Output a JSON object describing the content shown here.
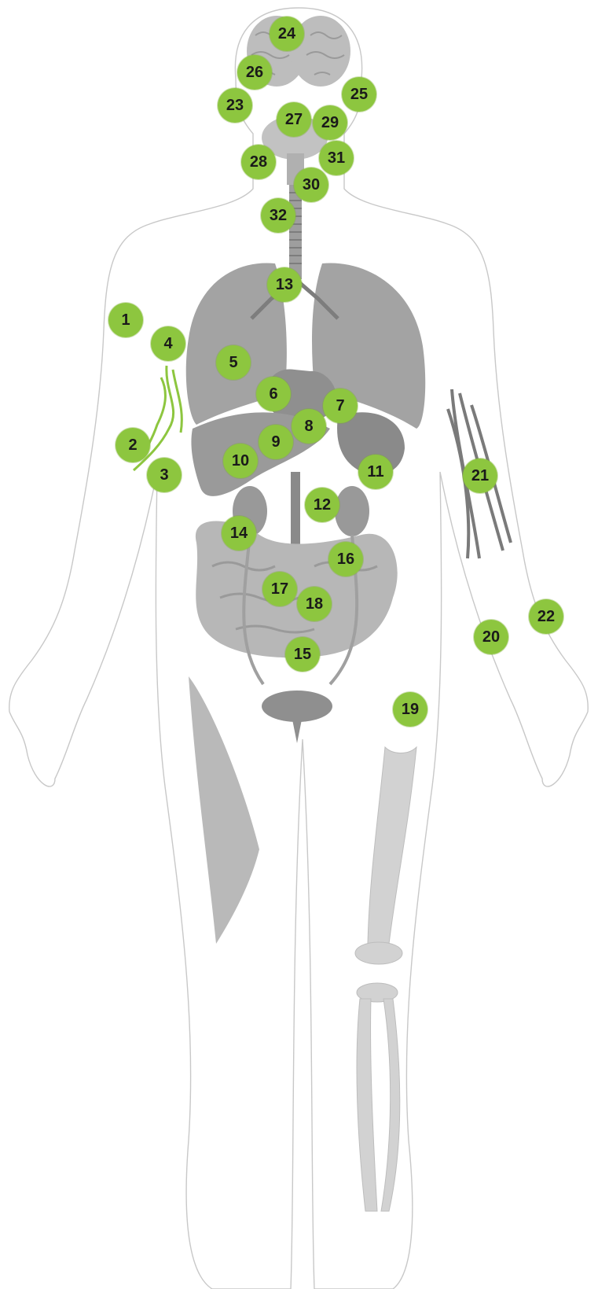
{
  "colors": {
    "badge": "#8dc63f",
    "badge_text": "#1a1a1a",
    "outline": "#c8c8c8",
    "organ": "#9e9e9e",
    "organ_light": "#c4c4c4",
    "nerve": "#8dc63f"
  },
  "markers": [
    {
      "label": "1"
    },
    {
      "label": "2"
    },
    {
      "label": "3"
    },
    {
      "label": "4"
    },
    {
      "label": "5"
    },
    {
      "label": "6"
    },
    {
      "label": "7"
    },
    {
      "label": "8"
    },
    {
      "label": "9"
    },
    {
      "label": "10"
    },
    {
      "label": "11"
    },
    {
      "label": "12"
    },
    {
      "label": "13"
    },
    {
      "label": "14"
    },
    {
      "label": "15"
    },
    {
      "label": "16"
    },
    {
      "label": "17"
    },
    {
      "label": "18"
    },
    {
      "label": "19"
    },
    {
      "label": "20"
    },
    {
      "label": "21"
    },
    {
      "label": "22"
    },
    {
      "label": "23"
    },
    {
      "label": "24"
    },
    {
      "label": "25"
    },
    {
      "label": "26"
    },
    {
      "label": "27"
    },
    {
      "label": "28"
    },
    {
      "label": "29"
    },
    {
      "label": "30"
    },
    {
      "label": "31"
    },
    {
      "label": "32"
    }
  ]
}
